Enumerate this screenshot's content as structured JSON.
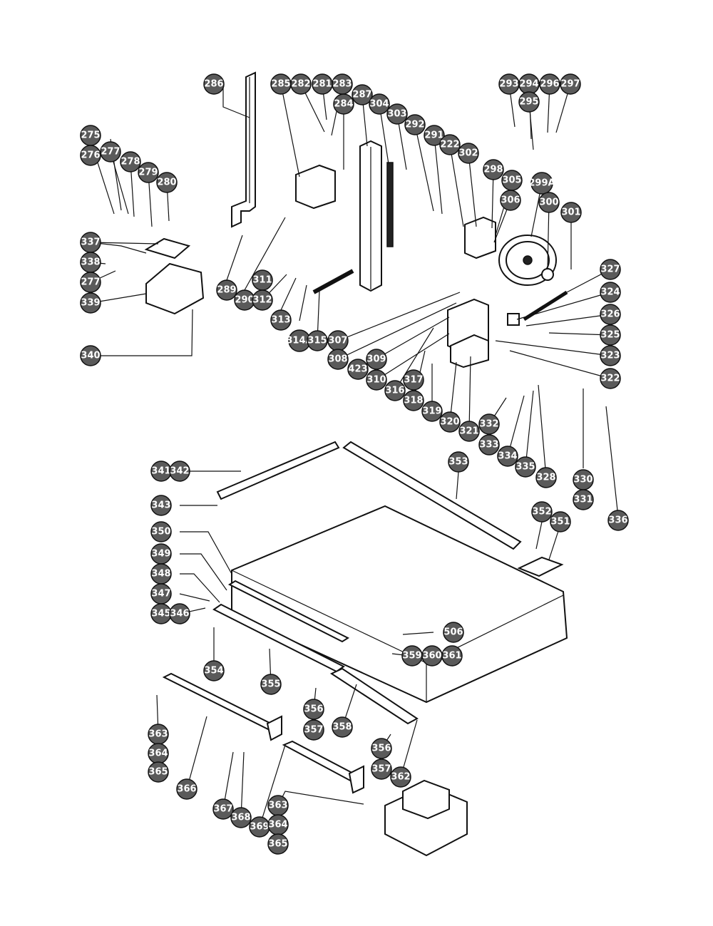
{
  "diagram": {
    "type": "exploded-parts-diagram",
    "bubble_color": "#5a5a5a",
    "callouts": [
      {
        "id": "286",
        "label": "286"
      },
      {
        "id": "285",
        "label": "285"
      },
      {
        "id": "282",
        "label": "282"
      },
      {
        "id": "281",
        "label": "281"
      },
      {
        "id": "283",
        "label": "283"
      },
      {
        "id": "284",
        "label": "284"
      },
      {
        "id": "287",
        "label": "287"
      },
      {
        "id": "304",
        "label": "304"
      },
      {
        "id": "303",
        "label": "303"
      },
      {
        "id": "292",
        "label": "292"
      },
      {
        "id": "291",
        "label": "291"
      },
      {
        "id": "222",
        "label": "222"
      },
      {
        "id": "302",
        "label": "302"
      },
      {
        "id": "293",
        "label": "293"
      },
      {
        "id": "294",
        "label": "294"
      },
      {
        "id": "295",
        "label": "295"
      },
      {
        "id": "296",
        "label": "296"
      },
      {
        "id": "297",
        "label": "297"
      },
      {
        "id": "298",
        "label": "298"
      },
      {
        "id": "305",
        "label": "305"
      },
      {
        "id": "306",
        "label": "306"
      },
      {
        "id": "299A",
        "label": "299A"
      },
      {
        "id": "300",
        "label": "300"
      },
      {
        "id": "301",
        "label": "301"
      },
      {
        "id": "275",
        "label": "275"
      },
      {
        "id": "276",
        "label": "276"
      },
      {
        "id": "277a",
        "label": "277"
      },
      {
        "id": "278",
        "label": "278"
      },
      {
        "id": "279",
        "label": "279"
      },
      {
        "id": "280",
        "label": "280"
      },
      {
        "id": "337",
        "label": "337"
      },
      {
        "id": "338",
        "label": "338"
      },
      {
        "id": "277b",
        "label": "277"
      },
      {
        "id": "339",
        "label": "339"
      },
      {
        "id": "340",
        "label": "340"
      },
      {
        "id": "289",
        "label": "289"
      },
      {
        "id": "290",
        "label": "290"
      },
      {
        "id": "311",
        "label": "311"
      },
      {
        "id": "312",
        "label": "312"
      },
      {
        "id": "313",
        "label": "313"
      },
      {
        "id": "314A",
        "label": "314A"
      },
      {
        "id": "315",
        "label": "315"
      },
      {
        "id": "307",
        "label": "307"
      },
      {
        "id": "308",
        "label": "308"
      },
      {
        "id": "423",
        "label": "423"
      },
      {
        "id": "309",
        "label": "309"
      },
      {
        "id": "310",
        "label": "310"
      },
      {
        "id": "316",
        "label": "316"
      },
      {
        "id": "317",
        "label": "317"
      },
      {
        "id": "318",
        "label": "318"
      },
      {
        "id": "319",
        "label": "319"
      },
      {
        "id": "320",
        "label": "320"
      },
      {
        "id": "321",
        "label": "321"
      },
      {
        "id": "327",
        "label": "327"
      },
      {
        "id": "324",
        "label": "324"
      },
      {
        "id": "326",
        "label": "326"
      },
      {
        "id": "325",
        "label": "325"
      },
      {
        "id": "323",
        "label": "323"
      },
      {
        "id": "322",
        "label": "322"
      },
      {
        "id": "332",
        "label": "332"
      },
      {
        "id": "333",
        "label": "333"
      },
      {
        "id": "334",
        "label": "334"
      },
      {
        "id": "335",
        "label": "335"
      },
      {
        "id": "328",
        "label": "328"
      },
      {
        "id": "330",
        "label": "330"
      },
      {
        "id": "331",
        "label": "331"
      },
      {
        "id": "336",
        "label": "336"
      },
      {
        "id": "341",
        "label": "341"
      },
      {
        "id": "342",
        "label": "342"
      },
      {
        "id": "343",
        "label": "343"
      },
      {
        "id": "353",
        "label": "353"
      },
      {
        "id": "352",
        "label": "352"
      },
      {
        "id": "351",
        "label": "351"
      },
      {
        "id": "350",
        "label": "350"
      },
      {
        "id": "349",
        "label": "349"
      },
      {
        "id": "348",
        "label": "348"
      },
      {
        "id": "347",
        "label": "347"
      },
      {
        "id": "345",
        "label": "345"
      },
      {
        "id": "346",
        "label": "346"
      },
      {
        "id": "506",
        "label": "506"
      },
      {
        "id": "359",
        "label": "359"
      },
      {
        "id": "360",
        "label": "360"
      },
      {
        "id": "361",
        "label": "361"
      },
      {
        "id": "354",
        "label": "354"
      },
      {
        "id": "355",
        "label": "355"
      },
      {
        "id": "356a",
        "label": "356"
      },
      {
        "id": "357a",
        "label": "357"
      },
      {
        "id": "358",
        "label": "358"
      },
      {
        "id": "356b",
        "label": "356"
      },
      {
        "id": "357b",
        "label": "357"
      },
      {
        "id": "362",
        "label": "362"
      },
      {
        "id": "363a",
        "label": "363"
      },
      {
        "id": "364a",
        "label": "364"
      },
      {
        "id": "365a",
        "label": "365"
      },
      {
        "id": "366",
        "label": "366"
      },
      {
        "id": "367",
        "label": "367"
      },
      {
        "id": "368",
        "label": "368"
      },
      {
        "id": "369",
        "label": "369"
      },
      {
        "id": "363b",
        "label": "363"
      },
      {
        "id": "364b",
        "label": "364"
      },
      {
        "id": "365b",
        "label": "365"
      }
    ]
  }
}
